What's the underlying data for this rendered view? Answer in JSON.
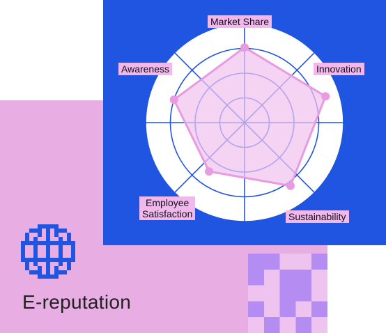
{
  "brand": {
    "title": "E-reputation",
    "icon": "globe-icon"
  },
  "colors": {
    "blue": "#1f55e0",
    "pink": "#e8aee4",
    "radar_fill": "#f0c2ee",
    "radar_stroke": "#e89be0",
    "label_bg": "#f0b8ec",
    "pixel_purple": "#b48cf2",
    "pixel_light": "#efc3ef"
  },
  "chart_data": {
    "type": "radar",
    "axes": [
      "Market Share",
      "Innovation",
      "Sustainability",
      "Employee Satisfaction",
      "Awareness"
    ],
    "values": [
      0.76,
      0.86,
      0.79,
      0.61,
      0.75
    ],
    "rmax": 1,
    "rings": 4,
    "grid": true
  },
  "labels": {
    "market_share": "Market Share",
    "innovation": "Innovation",
    "sustainability": "Sustainability",
    "employee_line1": "Employee",
    "employee_line2": "Satisfaction",
    "awareness": "Awareness"
  }
}
